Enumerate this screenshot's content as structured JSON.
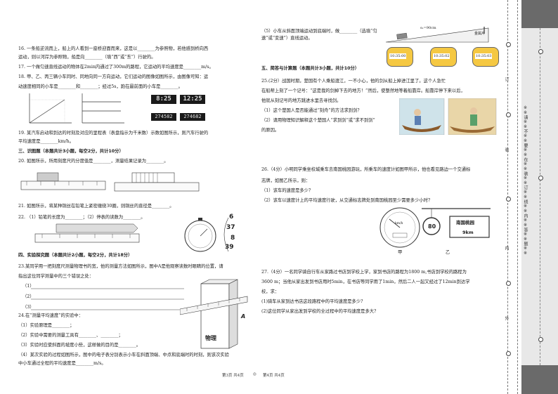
{
  "left": {
    "q16": "16. 一条船逆流而上，船上的人看到一座桥迎面而来，这是以________为参照物，若他感到桥向西",
    "q16b": "运动，则以河岸为参照物，船是向________（填“西”或“东”）行驶的。",
    "q17": "17. 一个做匀速直线运动的物体在2min内通过了300m的路程，它运动的平均速度是________m/s。",
    "q18": "18. 甲、乙、丙三辆小车同时、同地向同一方向运动，它们运动的图像如图所示，由图像可知：运",
    "q18b": "动速度相同的小车是________和________；经过5s，跑在最前面的小车是________。",
    "clock_top": [
      "8:25",
      "12:25"
    ],
    "clock_bottom": [
      "274582",
      "274682"
    ],
    "q19": "19. 某汽车启动和到达的时刻及对应的里程表（表盘指示为千米数）示数如图所示，则汽车行驶的",
    "q19b": "平均速度是________km/h。",
    "sec3": "三、识图题（本题共计3小题，每空2分，共计10分）",
    "q20": "20. 如图所示，所用刻度尺的分度值是________，测量结果记录为________。",
    "q21": "21. 如图所示，将某种铜丝在铅笔上紧密缠绕30圈，则铜丝的直径是________。",
    "q22": "22. （1）铅笔的长度为________；（2）停表的读数为________。",
    "stopwatch_marks": [
      "6",
      "37",
      "8",
      "39"
    ],
    "sec4": "四、实验探究题（本题共计2小题，每空2分，共计18分）",
    "q23": "23.某同学用一把刻度尺测量物理书的宽，他的测量方法如图所示，图中A是他观察读数时眼睛的位置，请",
    "q23b": "指出这位同学测量中的三个错误之处：",
    "q23_items": [
      "（1）",
      "（2）",
      "（3）"
    ],
    "book_label": "物理",
    "eye_label": "A",
    "q24": "24.在“测量平均速度”的实验中：",
    "q24_items": [
      "（1）实验原理是________；",
      "（2）实验中需要的测量工具有________、________；",
      "（3）实验时应使斜面的坡度小些，这样做的目的是________。",
      "（4）某次实验的过程如图所示，图中的电子表分别表示小车在斜面顶端、中点和底端时的时刻，则该次实验",
      "中小车通过全程的平均速度是________m/s。"
    ],
    "footer": "第3页 共4页"
  },
  "right": {
    "q24_5": "（5）小车从斜面顶端运动到底端时，做________（选填“匀速”或“变速”）直线运动。",
    "ramp_label": "金属片",
    "ramp_dist": "s₁=90cm",
    "timers": [
      "10:35:00",
      "10:35:02",
      "10:35:03"
    ],
    "sec5": "五、简答与计算题（本题共计3小题，共计10分）",
    "q25": "25.(2分）战国时期，楚国有个人乘船渡江，一不小心，他的剑从船上掉进江里了。这个人急忙",
    "q25b": "在船帮上刻了一个记号：“这是我的剑掉下去的地方！”然后，使整然地等着船靠岸。船靠岸停下来以后，",
    "q25c": "他就从刻记号的地方跳进水里去寻找剑。",
    "q25_items": [
      "（1）这个楚国人是否能通过“刻舟”的方法求到剑？",
      "（2）请用物理知识解释这个楚国人“求到剑”或“求不到剑”",
      "的原因。"
    ],
    "q26": "26.（4分）小明同学乘坐校城乘车去南国桃园游玩，所乘车的速度计如图甲所示，他也看见路边一个交通标",
    "q26b": "志牌，如图乙所示，则：",
    "q26_items": [
      "（1）该车的速度是多少？",
      "（2）该车以速度计上的平均速度行驶，从交通标志牌处到南国桃园至少需要多少小时？"
    ],
    "speed_sign": "80",
    "place_sign": "南国桃园",
    "place_dist": "9km",
    "gauge_unit": "km/h",
    "fig_jia": "甲",
    "fig_yi": "乙",
    "q27": "27.（4分）一名同学骑自行车从家路过书店到学校上学，家到书店的路程为1800 m,书店到学校的路程为",
    "q27b": "3600 m；当他从家出发到书店用时5min，在书店等同学用了1min，然后二人一起又经过了12min到达学",
    "q27c": "校，求：",
    "q27_items": [
      "(1)骑车从家到达书店这段路程中的平均速度是多少?",
      "(2)这位同学从家出发到学校的全过程中的平均速度是多大?"
    ],
    "footer": "第4页 共4页"
  },
  "gutter": {
    "warning": "※※请※※不※※要※※在※※装※※订※※线※※内※※答※※题※※",
    "seal_labels": [
      "订",
      "装",
      "内",
      "外"
    ]
  }
}
